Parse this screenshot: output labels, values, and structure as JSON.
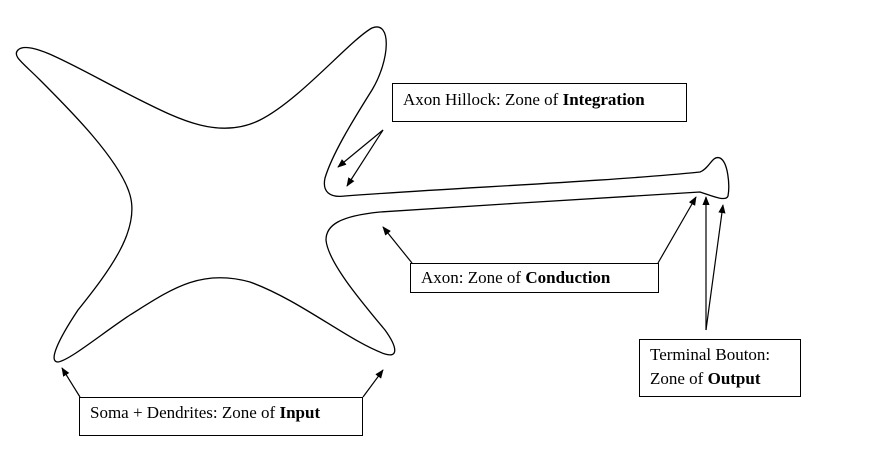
{
  "labels": {
    "hillock": {
      "prefix": "Axon Hillock: Zone of ",
      "bold": "Integration"
    },
    "axon": {
      "prefix": "Axon: Zone of ",
      "bold": "Conduction"
    },
    "terminal": {
      "line1": "Terminal Bouton:",
      "prefix": "Zone of ",
      "bold": "Output"
    },
    "soma": {
      "prefix": "Soma + Dendrites: Zone of ",
      "bold": "Input"
    }
  }
}
